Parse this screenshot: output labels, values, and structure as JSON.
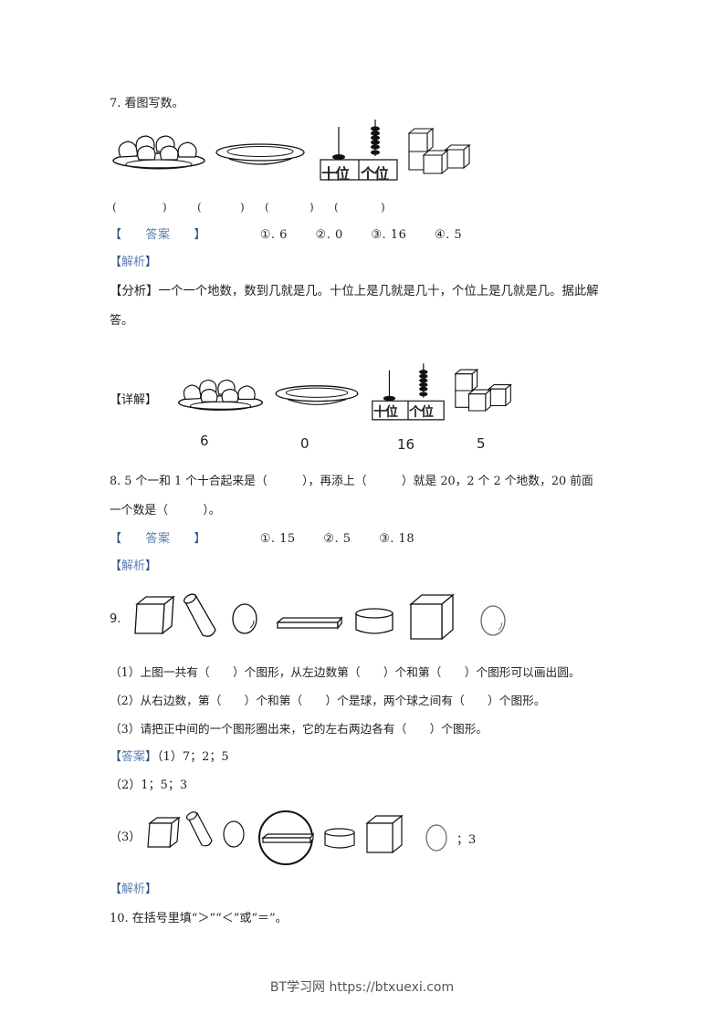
{
  "q7": {
    "title": "7. 看图写数。",
    "blanks": [
      "(",
      ")",
      "(",
      ")",
      "(",
      ")",
      "(",
      ")"
    ],
    "abacus_labels": [
      "十位",
      "个位"
    ],
    "answer_tag": "答案",
    "answers": [
      "①. 6",
      "②. 0",
      "③. 16",
      "④. 5"
    ],
    "analysis_tag": "解析",
    "analysis_line1": "【分析】一个一个地数，数到几就是几。十位上是几就是几十，个位上是几就是几。据此解",
    "analysis_line2": "答。",
    "detail_tag": "【详解】",
    "detail_values": [
      "6",
      "0",
      "16",
      "5"
    ]
  },
  "q8": {
    "line1": "8. 5 个一和 1 个十合起来是（　　　），再添上（　　　）就是 20，2 个 2 个地数，20 前面",
    "line2": "一个数是（　　　）。",
    "answer_tag": "答案",
    "answers": [
      "①. 15",
      "②. 5",
      "③. 18"
    ],
    "analysis_tag": "解析"
  },
  "q9": {
    "number": "9.",
    "shapes": [
      "cube",
      "cylinder",
      "sphere",
      "cuboid",
      "cylinder",
      "cube",
      "sphere"
    ],
    "sub1": "（1）上图一共有（　　）个图形，从左边数第（　　）个和第（　　）个图形可以画出圆。",
    "sub2": "（2）从右边数，第（　　）个和第（　　）个是球，两个球之间有（　　）个图形。",
    "sub3": "（3）请把正中间的一个图形圈出来，它的左右两边各有（　　）个图形。",
    "answer_tag": "答案",
    "answer1": "（1）7；2；5",
    "answer2": "（2）1；5；3",
    "answer3_label": "（3）",
    "answer3_suffix": "；3",
    "analysis_tag": "解析"
  },
  "q10": {
    "title": "10.  在括号里填“＞”“＜”或“＝”。"
  },
  "footer": {
    "text": "BT学习网 https://btxuexi.com"
  },
  "tags": {
    "open": "【",
    "close": "】"
  }
}
